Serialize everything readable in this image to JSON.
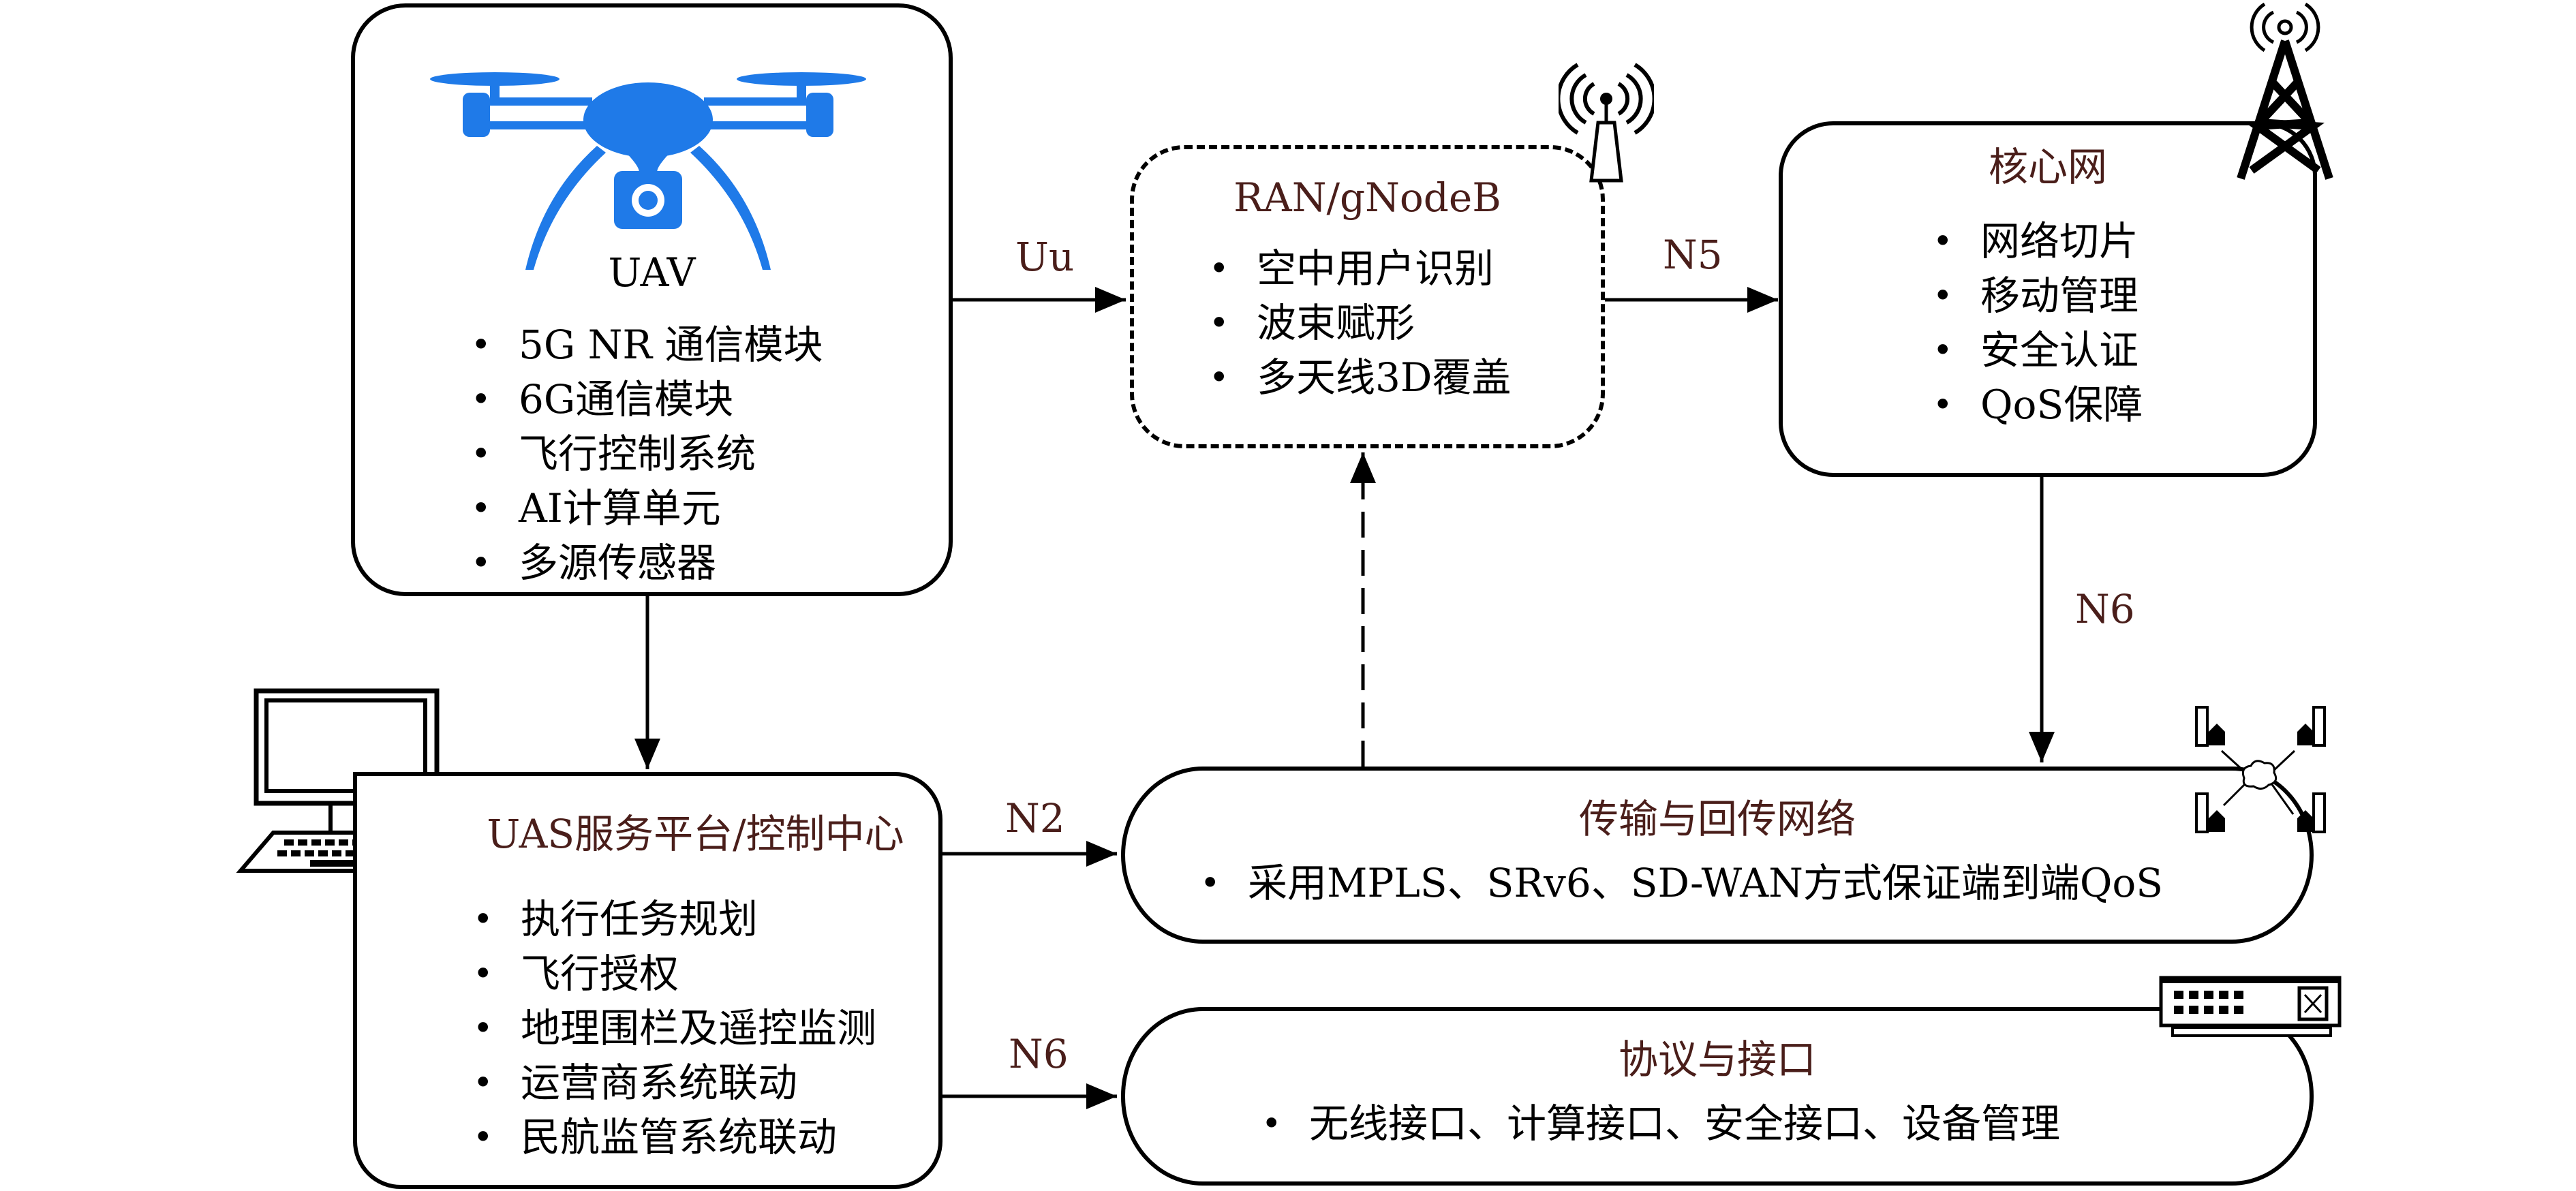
{
  "colors": {
    "label": "#4a1e1a",
    "drone": "#1f7ae8",
    "line": "#000000"
  },
  "uav": {
    "icon": "drone-icon",
    "title": "UAV",
    "items": [
      "5G NR 通信模块",
      "6G通信模块",
      "飞行控制系统",
      "AI计算单元",
      "多源传感器"
    ]
  },
  "ran": {
    "icon": "antenna-icon",
    "title": "RAN/gNodeB",
    "items": [
      "空中用户识别",
      "波束赋形",
      "多天线3D覆盖"
    ]
  },
  "core": {
    "icon": "cell-tower-icon",
    "title": "核心网",
    "items": [
      "网络切片",
      "移动管理",
      "安全认证",
      "QoS保障"
    ]
  },
  "uas": {
    "icon": "computer-icon",
    "title": "UAS服务平台/控制中心",
    "items": [
      "执行任务规划",
      "飞行授权",
      "地理围栏及遥控监测",
      "运营商系统联动",
      "民航监管系统联动"
    ]
  },
  "transport": {
    "icon": "city-network-icon",
    "title": "传输与回传网络",
    "items": [
      "采用MPLS、SRv6、SD-WAN方式保证端到端QoS"
    ]
  },
  "protocol": {
    "icon": "network-switch-icon",
    "title": "协议与接口",
    "items": [
      "无线接口、计算接口、安全接口、设备管理"
    ]
  },
  "edges": {
    "uu": "Uu",
    "n5": "N5",
    "n6_core": "N6",
    "n2": "N2",
    "n6_uas": "N6"
  }
}
